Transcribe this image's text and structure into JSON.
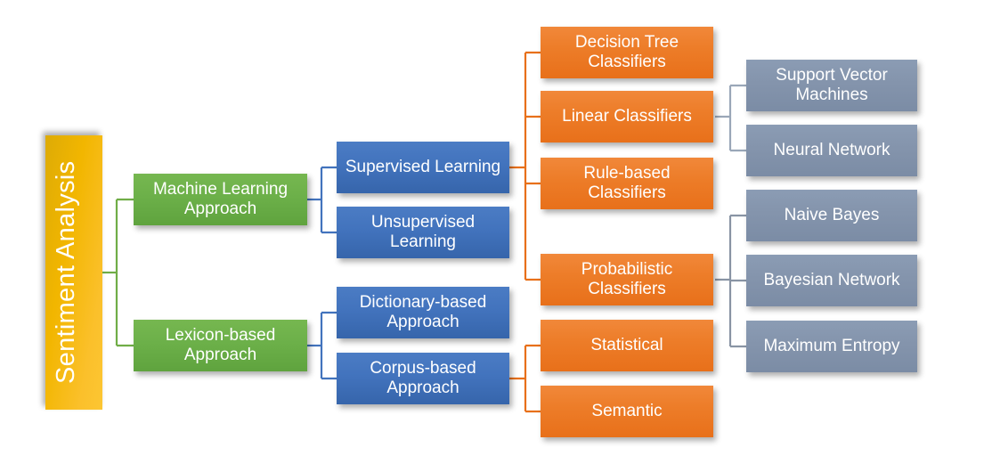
{
  "diagram": {
    "title": "Sentiment Analysis",
    "type": "hierarchy-tree",
    "colors": {
      "root": "#F2B600",
      "level1": "#6CB049",
      "level2": "#4273BD",
      "level3": "#ED7D29",
      "level4": "#8494AC",
      "background": "#FFFFFF"
    },
    "root": {
      "label": "Sentiment Analysis"
    },
    "level1": [
      {
        "label": "Machine Learning Approach"
      },
      {
        "label": "Lexicon-based Approach"
      }
    ],
    "level2": [
      {
        "label": "Supervised Learning"
      },
      {
        "label": "Unsupervised Learning"
      },
      {
        "label": "Dictionary-based Approach"
      },
      {
        "label": "Corpus-based Approach"
      }
    ],
    "level3": [
      {
        "label": "Decision Tree Classifiers"
      },
      {
        "label": "Linear Classifiers"
      },
      {
        "label": "Rule-based Classifiers"
      },
      {
        "label": "Probabilistic Classifiers"
      },
      {
        "label": "Statistical"
      },
      {
        "label": "Semantic"
      }
    ],
    "level4": [
      {
        "label": "Support Vector Machines"
      },
      {
        "label": "Neural Network"
      },
      {
        "label": "Naive Bayes"
      },
      {
        "label": "Bayesian Network"
      },
      {
        "label": "Maximum Entropy"
      }
    ]
  }
}
